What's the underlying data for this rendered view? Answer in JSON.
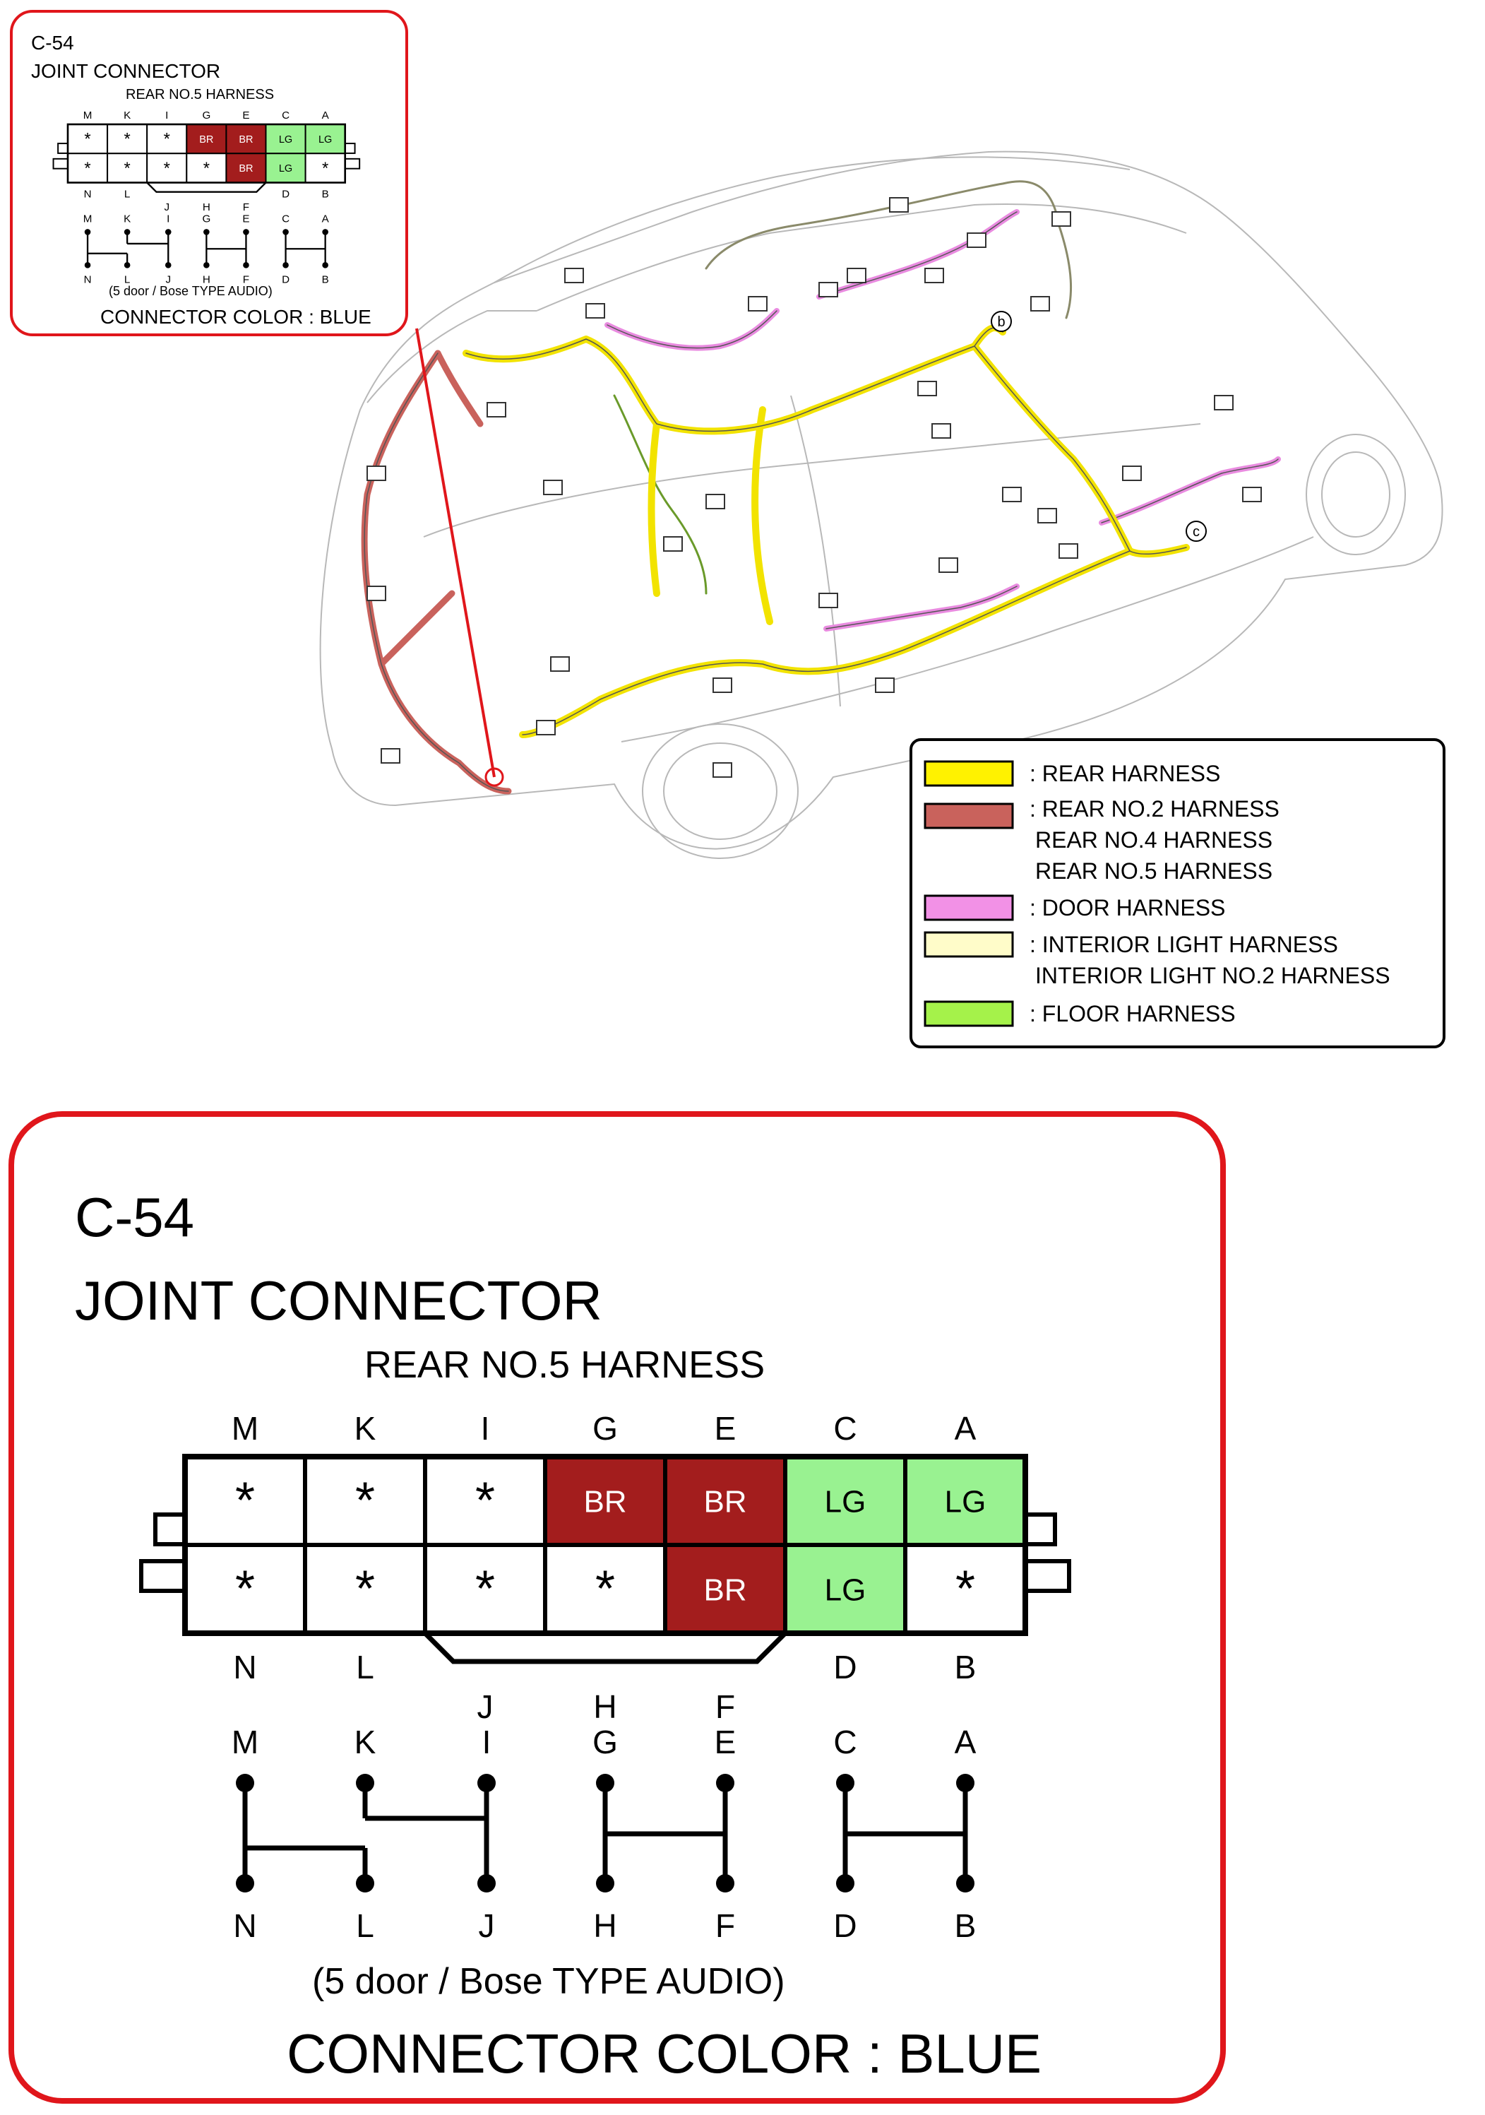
{
  "connector": {
    "code": "C-54",
    "name": "JOINT CONNECTOR",
    "harness": "REAR NO.5 HARNESS",
    "variant": "(5 door / Bose TYPE AUDIO)",
    "color_text": "CONNECTOR COLOR : BLUE",
    "top_labels": [
      "M",
      "K",
      "I",
      "G",
      "E",
      "C",
      "A"
    ],
    "bottom_labels": [
      "N",
      "L",
      "",
      "",
      "",
      "D",
      "B"
    ],
    "under_bracket_labels": [
      "J",
      "H",
      "F"
    ],
    "top_row": [
      {
        "pin": "M",
        "text": "*",
        "fill": "#ffffff"
      },
      {
        "pin": "K",
        "text": "*",
        "fill": "#ffffff"
      },
      {
        "pin": "I",
        "text": "*",
        "fill": "#ffffff"
      },
      {
        "pin": "G",
        "text": "BR",
        "fill": "#a31d1d"
      },
      {
        "pin": "E",
        "text": "BR",
        "fill": "#a31d1d"
      },
      {
        "pin": "C",
        "text": "LG",
        "fill": "#99f291"
      },
      {
        "pin": "A",
        "text": "LG",
        "fill": "#99f291"
      }
    ],
    "bottom_row": [
      {
        "pin": "N",
        "text": "*",
        "fill": "#ffffff"
      },
      {
        "pin": "L",
        "text": "*",
        "fill": "#ffffff"
      },
      {
        "pin": "J",
        "text": "*",
        "fill": "#ffffff"
      },
      {
        "pin": "H",
        "text": "*",
        "fill": "#ffffff"
      },
      {
        "pin": "F",
        "text": "BR",
        "fill": "#a31d1d"
      },
      {
        "pin": "D",
        "text": "LG",
        "fill": "#99f291"
      },
      {
        "pin": "B",
        "text": "*",
        "fill": "#ffffff"
      }
    ],
    "schematic_top": [
      "M",
      "K",
      "I",
      "G",
      "E",
      "C",
      "A"
    ],
    "schematic_bottom": [
      "N",
      "L",
      "J",
      "H",
      "F",
      "D",
      "B"
    ]
  },
  "callouts": [
    "b",
    "c"
  ],
  "legend": [
    {
      "color": "#fff200",
      "lines": [
        ": REAR HARNESS"
      ]
    },
    {
      "color": "#c9625c",
      "lines": [
        ": REAR NO.2 HARNESS",
        "REAR NO.4 HARNESS",
        "REAR NO.5 HARNESS"
      ]
    },
    {
      "color": "#f291e6",
      "lines": [
        ": DOOR HARNESS"
      ]
    },
    {
      "color": "#fffcc9",
      "lines": [
        ": INTERIOR LIGHT HARNESS",
        "INTERIOR LIGHT NO.2 HARNESS"
      ]
    },
    {
      "color": "#a5f24a",
      "lines": [
        ": FLOOR HARNESS"
      ]
    }
  ],
  "colors": {
    "frame": "#e0161b",
    "br": "#a31d1d",
    "lg": "#99f291"
  }
}
